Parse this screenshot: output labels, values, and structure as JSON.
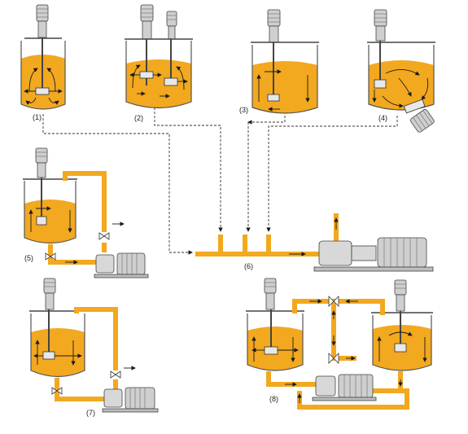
{
  "labels": {
    "l1": "(1)",
    "l2": "(2)",
    "l3": "(3)",
    "l4": "(4)",
    "l5": "(5)",
    "l6": "(6)",
    "l7": "(7)",
    "l8": "(8)"
  },
  "colors": {
    "liquid": "#F2A81F",
    "outline": "#555555",
    "motor": "#cfcfcf"
  }
}
